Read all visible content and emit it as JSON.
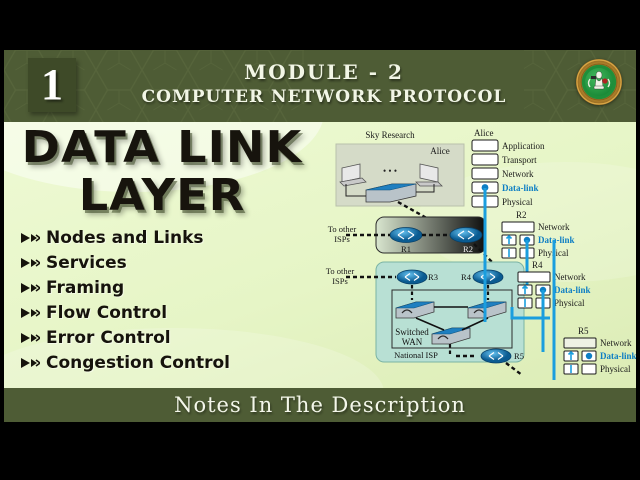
{
  "header": {
    "badge_number": "1",
    "line1": "MODULE - 2",
    "line2": "COMPUTER NETWORK PROTOCOL",
    "logo_name": "institution-emblem"
  },
  "main": {
    "title_line1": "DATA LINK",
    "title_line2": "LAYER",
    "bullets": [
      {
        "label": "Nodes and Links"
      },
      {
        "label": "Services"
      },
      {
        "label": "Framing"
      },
      {
        "label": "Flow Control"
      },
      {
        "label": "Error Control"
      },
      {
        "label": "Congestion Control"
      }
    ]
  },
  "footer": {
    "text": "Notes In The Description"
  },
  "diagram": {
    "lan_title": "Sky Research",
    "host_label": "Alice",
    "ellipsis": "• • •",
    "isp_label_top": "To other\nISPs",
    "isp_label_top_l1": "To other",
    "isp_label_top_l2": "ISPs",
    "isp_label_bottom_l1": "To other",
    "isp_label_bottom_l2": "ISPs",
    "routers": [
      "R1",
      "R2",
      "R3",
      "R4",
      "R5"
    ],
    "switched_wan_l1": "Switched",
    "switched_wan_l2": "WAN",
    "national_isp": "National ISP",
    "stacks": [
      {
        "name": "Alice",
        "layers": [
          "Application",
          "Transport",
          "Network",
          "Data-link",
          "Physical"
        ]
      },
      {
        "name": "R2",
        "layers": [
          "Network",
          "Data-link",
          "Physical"
        ]
      },
      {
        "name": "R4",
        "layers": [
          "Network",
          "Data-link",
          "Physical"
        ]
      },
      {
        "name": "R5",
        "layers": [
          "Network",
          "Data-link",
          "Physical"
        ]
      }
    ]
  },
  "colors": {
    "band_green": "#4e5c35",
    "page_bg": "#e9f7cd",
    "accent_blue": "#0d7ec4",
    "router_blue": "#1f7fc0",
    "letterbox": "#000000"
  }
}
